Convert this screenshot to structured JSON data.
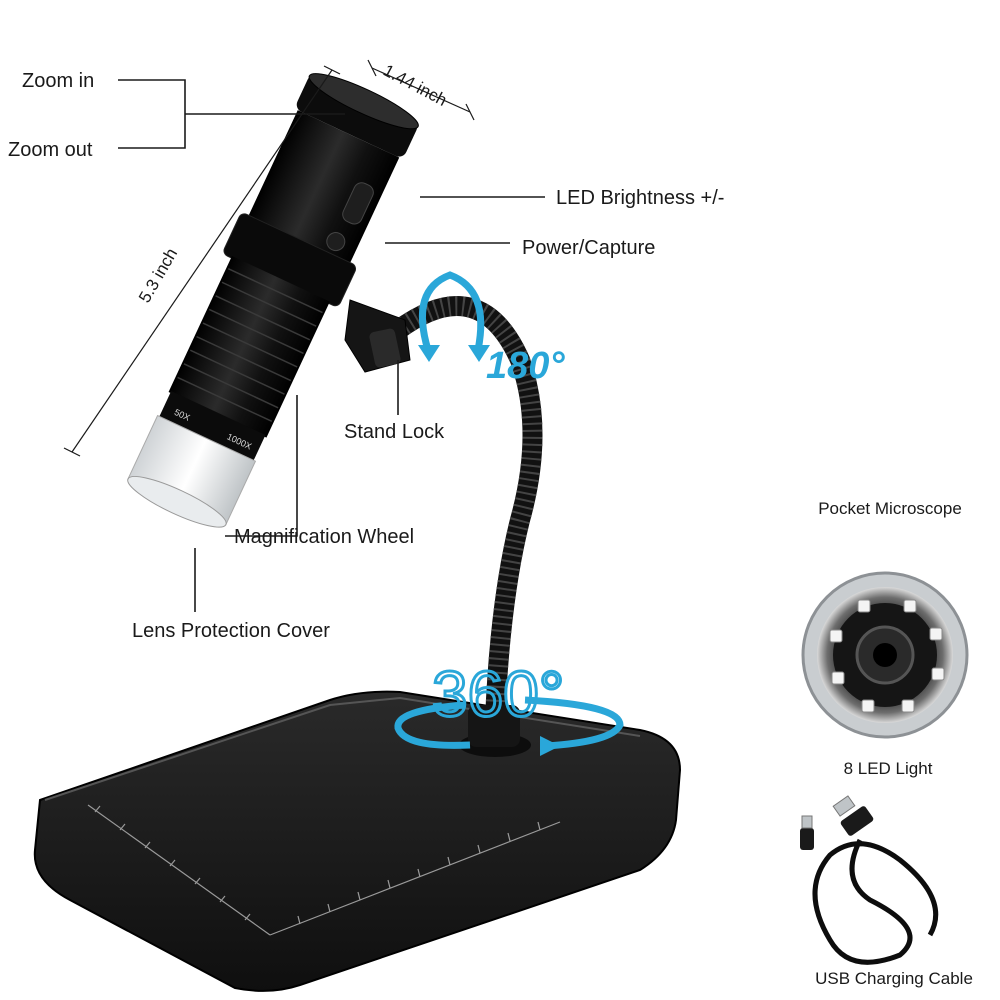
{
  "labels": {
    "zoom_in": "Zoom in",
    "zoom_out": "Zoom out",
    "diameter": "1.44 inch",
    "length": "5.3 inch",
    "led_brightness": "LED Brightness +/-",
    "power_capture": "Power/Capture",
    "rotate_180": "180°",
    "rotate_360": "360°",
    "stand_lock": "Stand Lock",
    "magnification_wheel": "Magnification Wheel",
    "lens_protection_cover": "Lens Protection Cover",
    "pocket_microscope": "Pocket Microscope",
    "led_light": "8 LED Light",
    "usb_cable": "USB Charging Cable",
    "mag_low": "50X",
    "mag_high": "1000X"
  },
  "colors": {
    "accent": "#2aa7d9",
    "device": "#111111",
    "stand": "#1c1c1c",
    "text": "#1a1a1a"
  }
}
